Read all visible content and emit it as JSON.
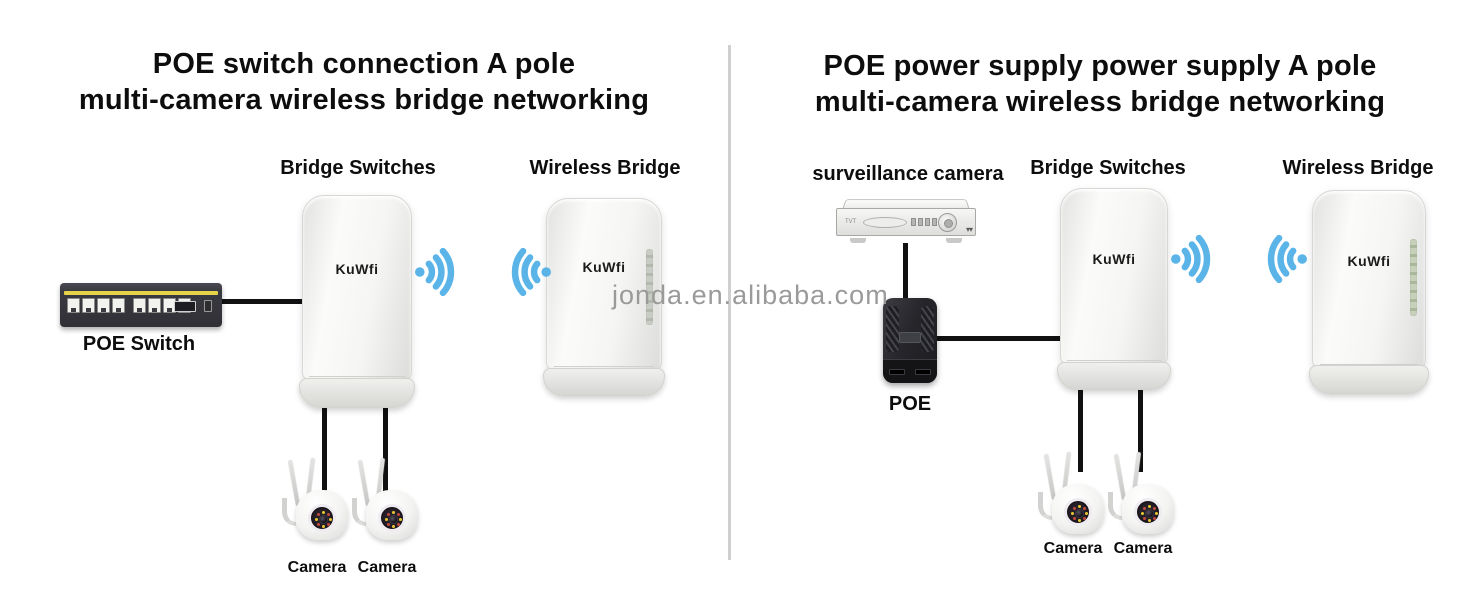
{
  "colors": {
    "wifi_blue": "#5AB4E8",
    "line_black": "#111111",
    "watermark_gray": "#9A9A9A"
  },
  "watermark": "jonda.en.alibaba.com",
  "brand": "KuWfi",
  "left_panel": {
    "title_line1": "POE switch connection A pole",
    "title_line2": "multi-camera wireless bridge networking",
    "poe_switch_label": "POE Switch",
    "bridge_switches_label": "Bridge Switches",
    "wireless_bridge_label": "Wireless Bridge",
    "camera1_label": "Camera",
    "camera2_label": "Camera"
  },
  "right_panel": {
    "title_line1": "POE power supply power supply A pole",
    "title_line2": "multi-camera wireless bridge networking",
    "surveillance_camera_label": "surveillance camera",
    "poe_label": "POE",
    "bridge_switches_label": "Bridge Switches",
    "wireless_bridge_label": "Wireless Bridge",
    "camera1_label": "Camera",
    "camera2_label": "Camera"
  }
}
